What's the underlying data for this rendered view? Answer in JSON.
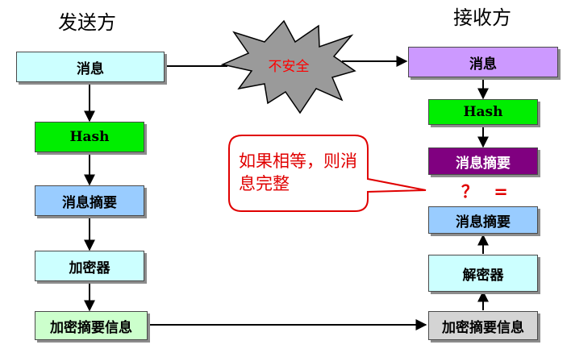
{
  "sender_title": "发送方",
  "receiver_title": "接收方",
  "sender": {
    "message": "消息",
    "hash": "Hash",
    "digest": "消息摘要",
    "encryptor": "加密器",
    "encrypted_digest": "加密摘要信息"
  },
  "receiver": {
    "message": "消息",
    "hash": "Hash",
    "digest_from_hash": "消息摘要",
    "compare": "？ =",
    "digest_decrypted": "消息摘要",
    "decryptor": "解密器",
    "encrypted_digest": "加密摘要信息"
  },
  "channel_label": "不安全",
  "callout": "如果相等，则消息完整",
  "colors": {
    "cyan_box": "#ccffff",
    "green_box": "#00ee00",
    "blue_box": "#99ccff",
    "light_green_box": "#ccffcc",
    "lavender_box": "#cc99ff",
    "purple_box": "#800080",
    "gray_box": "#d4d4d4",
    "red_text": "#e00000"
  }
}
